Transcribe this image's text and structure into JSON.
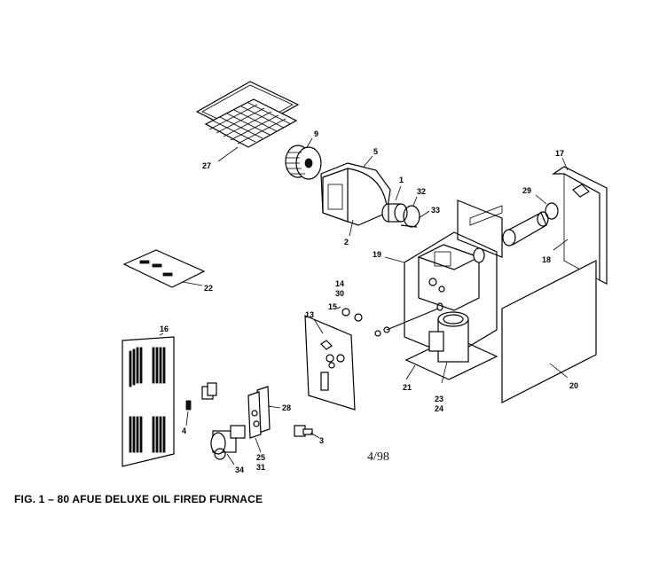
{
  "figure": {
    "caption": "FIG. 1 – 80 AFUE DELUXE OIL FIRED FURNACE",
    "date_code": "4/98"
  },
  "part_labels": {
    "p1": "1",
    "p2": "2",
    "p3": "3",
    "p4": "4",
    "p5": "5",
    "p9": "9",
    "p13": "13",
    "p14": "14",
    "p15": "15",
    "p16": "16",
    "p17": "17",
    "p18": "18",
    "p19": "19",
    "p20": "20",
    "p21": "21",
    "p22": "22",
    "p23": "23",
    "p24": "24",
    "p25": "25",
    "p27": "27",
    "p28": "28",
    "p29": "29",
    "p30": "30",
    "p31": "31",
    "p32": "32",
    "p33": "33",
    "p34": "34"
  }
}
